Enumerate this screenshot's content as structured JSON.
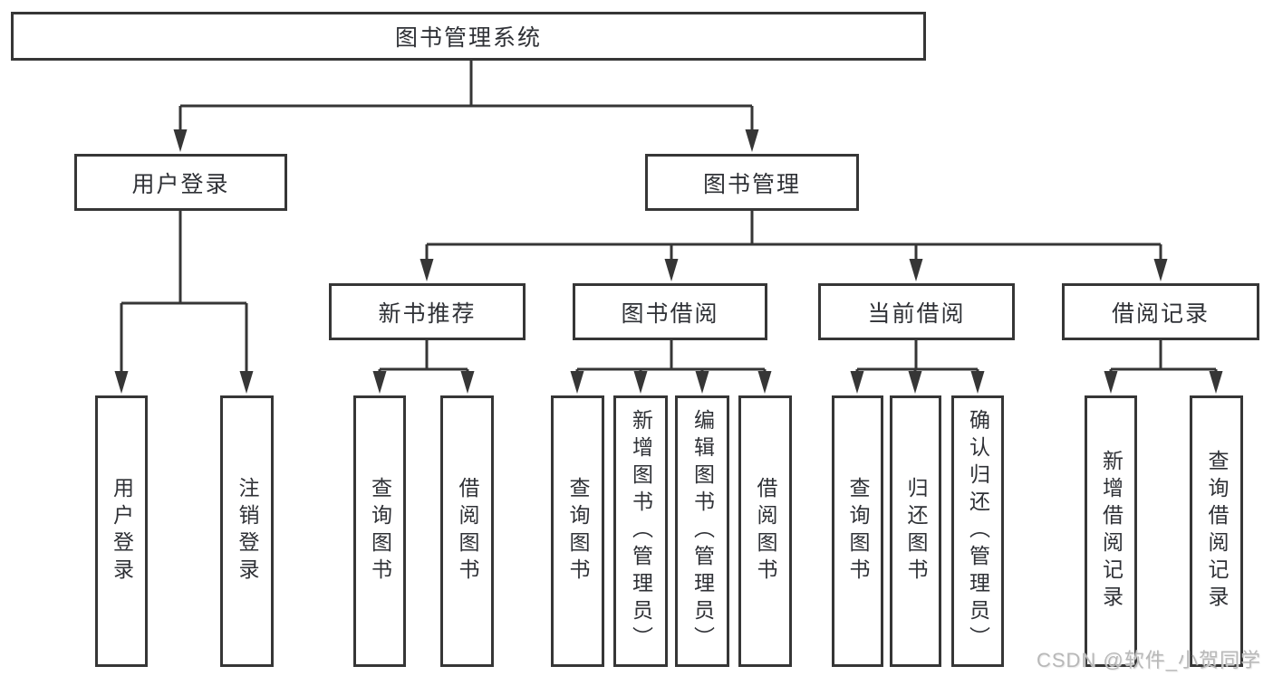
{
  "diagram": {
    "root": {
      "label": "图书管理系统",
      "children": [
        {
          "label": "用户登录",
          "children": [
            {
              "label": "用户登录"
            },
            {
              "label": "注销登录"
            }
          ]
        },
        {
          "label": "图书管理",
          "children": [
            {
              "label": "新书推荐",
              "children": [
                {
                  "label": "查询图书"
                },
                {
                  "label": "借阅图书"
                }
              ]
            },
            {
              "label": "图书借阅",
              "children": [
                {
                  "label": "查询图书"
                },
                {
                  "label": "新增图书（管理员）"
                },
                {
                  "label": "编辑图书（管理员）"
                },
                {
                  "label": "借阅图书"
                }
              ]
            },
            {
              "label": "当前借阅",
              "children": [
                {
                  "label": "查询图书"
                },
                {
                  "label": "归还图书"
                },
                {
                  "label": "确认归还（管理员）"
                }
              ]
            },
            {
              "label": "借阅记录",
              "children": [
                {
                  "label": "新增借阅记录"
                },
                {
                  "label": "查询借阅记录"
                }
              ]
            }
          ]
        }
      ]
    }
  },
  "watermark": {
    "text": "CSDN @软件_小贺同学"
  },
  "colors": {
    "line": "#363636",
    "box_border": "#363636",
    "text": "#2f3136",
    "watermark": "#b8b8b8",
    "background": "#ffffff"
  }
}
